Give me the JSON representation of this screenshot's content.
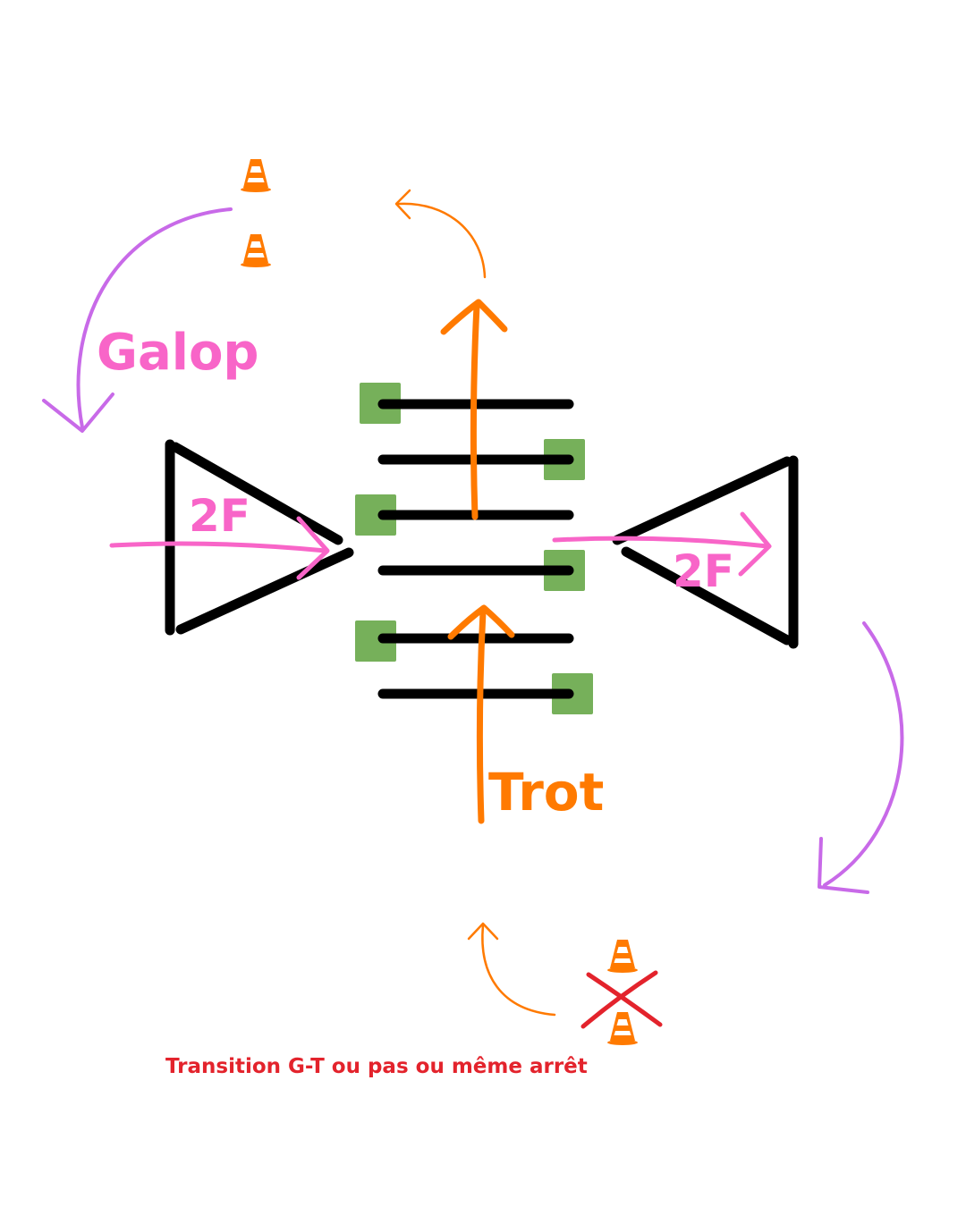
{
  "colors": {
    "pink": "#f865c8",
    "orange": "#ff7a00",
    "purple": "#c86ae8",
    "green": "#76b05a",
    "black": "#000000",
    "red": "#e3232c"
  },
  "labels": {
    "galop": "Galop",
    "trot": "Trot",
    "two_f_left": "2F",
    "two_f_right": "2F",
    "caption": "Transition G-T ou pas ou même arrêt"
  },
  "icons": [
    "traffic-cone-icon",
    "cross-mark-icon"
  ]
}
